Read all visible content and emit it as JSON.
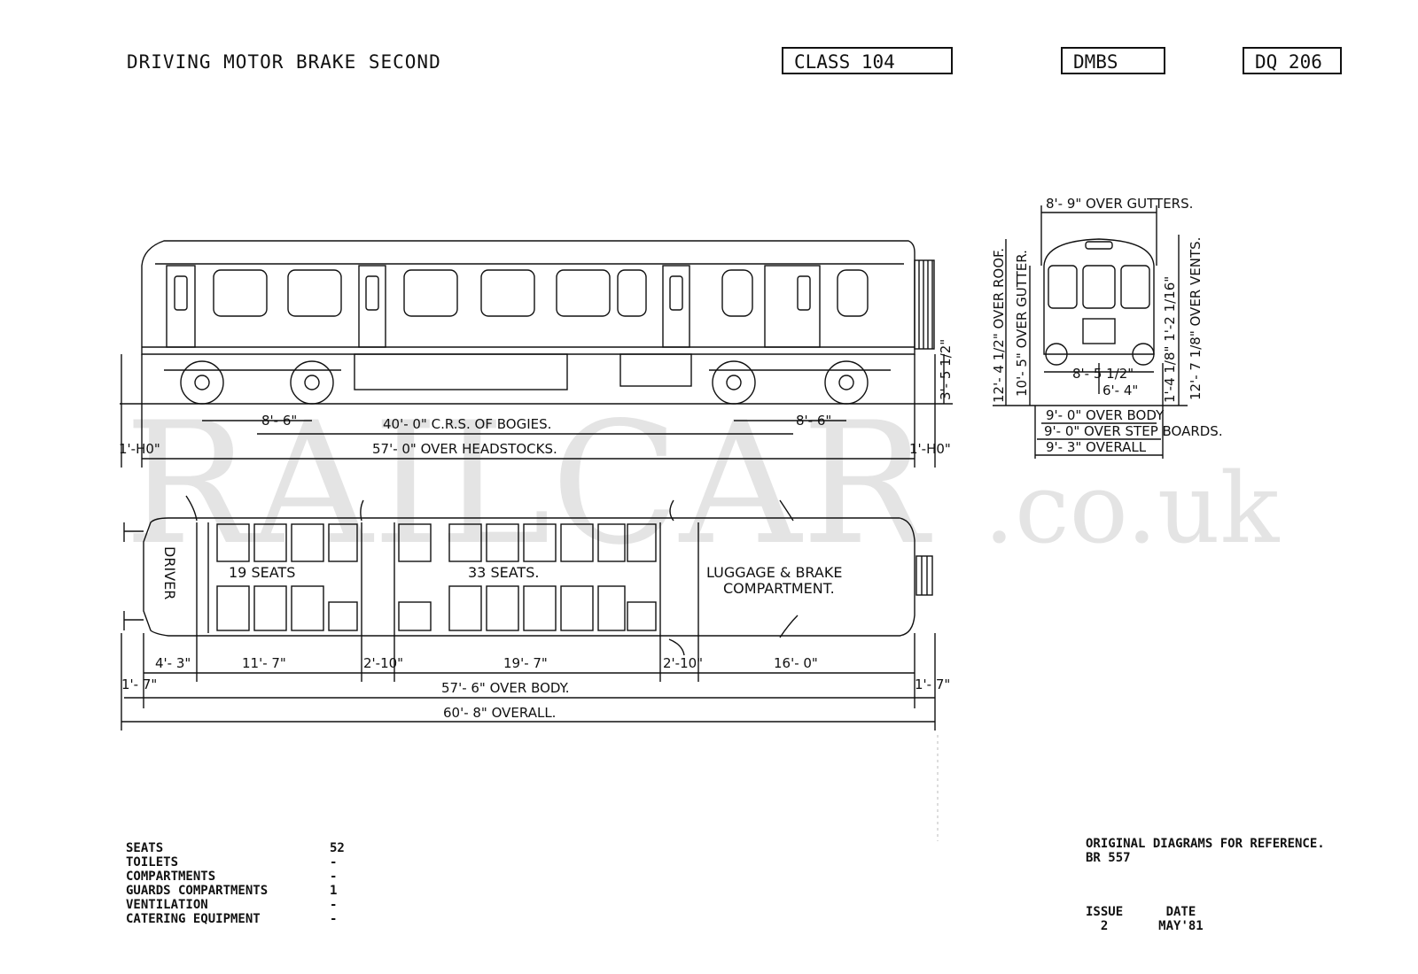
{
  "header": {
    "title": "DRIVING MOTOR BRAKE SECOND",
    "class_label": "CLASS 104",
    "type_code": "DMBS",
    "diagram_code": "DQ 206"
  },
  "side_elevation": {
    "bogie_wheelbase_left": "8'- 6\"",
    "bogie_wheelbase_right": "8'- 6\"",
    "bogie_centres": "40'- 0\" C.R.S. OF BOGIES.",
    "over_headstocks": "57'- 0\" OVER HEADSTOCKS.",
    "buffer_left": "1'-H0\"",
    "buffer_right": "1'-H0\"",
    "height_headstock": "3'- 5 1/2\""
  },
  "end_elevation": {
    "over_gutters": "8'- 9\" OVER GUTTERS.",
    "over_roof": "12'- 4 1/2\" OVER ROOF.",
    "over_gutter": "10'- 5\" OVER GUTTER.",
    "over_vents": "12'- 7 1/8\" OVER VENTS.",
    "buffer_centres": "8'- 5 1/2\"",
    "coupling": "6'- 4\"",
    "small_height": "1'-4 1/8\" 1'-2 1/16\"",
    "over_body": "9'- 0\" OVER BODY",
    "over_step_boards": "9'- 0\" OVER STEP BOARDS.",
    "overall": "9'- 3\" OVERALL"
  },
  "plan": {
    "driver": "DRIVER",
    "seats_19": "19 SEATS",
    "seats_33": "33 SEATS.",
    "luggage_line1": "LUGGAGE & BRAKE",
    "luggage_line2": "COMPARTMENT.",
    "dim_cab": "4'- 3\"",
    "dim_saloon1": "11'- 7\"",
    "dim_vest1": "2'-10\"",
    "dim_saloon2": "19'- 7\"",
    "dim_vest2": "2'-10\"",
    "dim_luggage": "16'- 0\"",
    "end_left": "1'- 7\"",
    "end_right": "1'- 7\"",
    "over_body": "57'- 6\" OVER BODY.",
    "overall": "60'- 8\" OVERALL."
  },
  "watermark": {
    "main": "RAILCAR",
    "suffix": ".co.uk"
  },
  "stats": [
    {
      "name": "SEATS",
      "value": "52"
    },
    {
      "name": "TOILETS",
      "value": "-"
    },
    {
      "name": "COMPARTMENTS",
      "value": "-"
    },
    {
      "name": "GUARDS COMPARTMENTS",
      "value": "1"
    },
    {
      "name": "VENTILATION",
      "value": "-"
    },
    {
      "name": "CATERING EQUIPMENT",
      "value": "-"
    }
  ],
  "reference": {
    "line1": "ORIGINAL DIAGRAMS FOR REFERENCE.",
    "line2": "BR 557",
    "issue_label": "ISSUE",
    "issue_value": "2",
    "date_label": "DATE",
    "date_value": "MAY'81"
  }
}
